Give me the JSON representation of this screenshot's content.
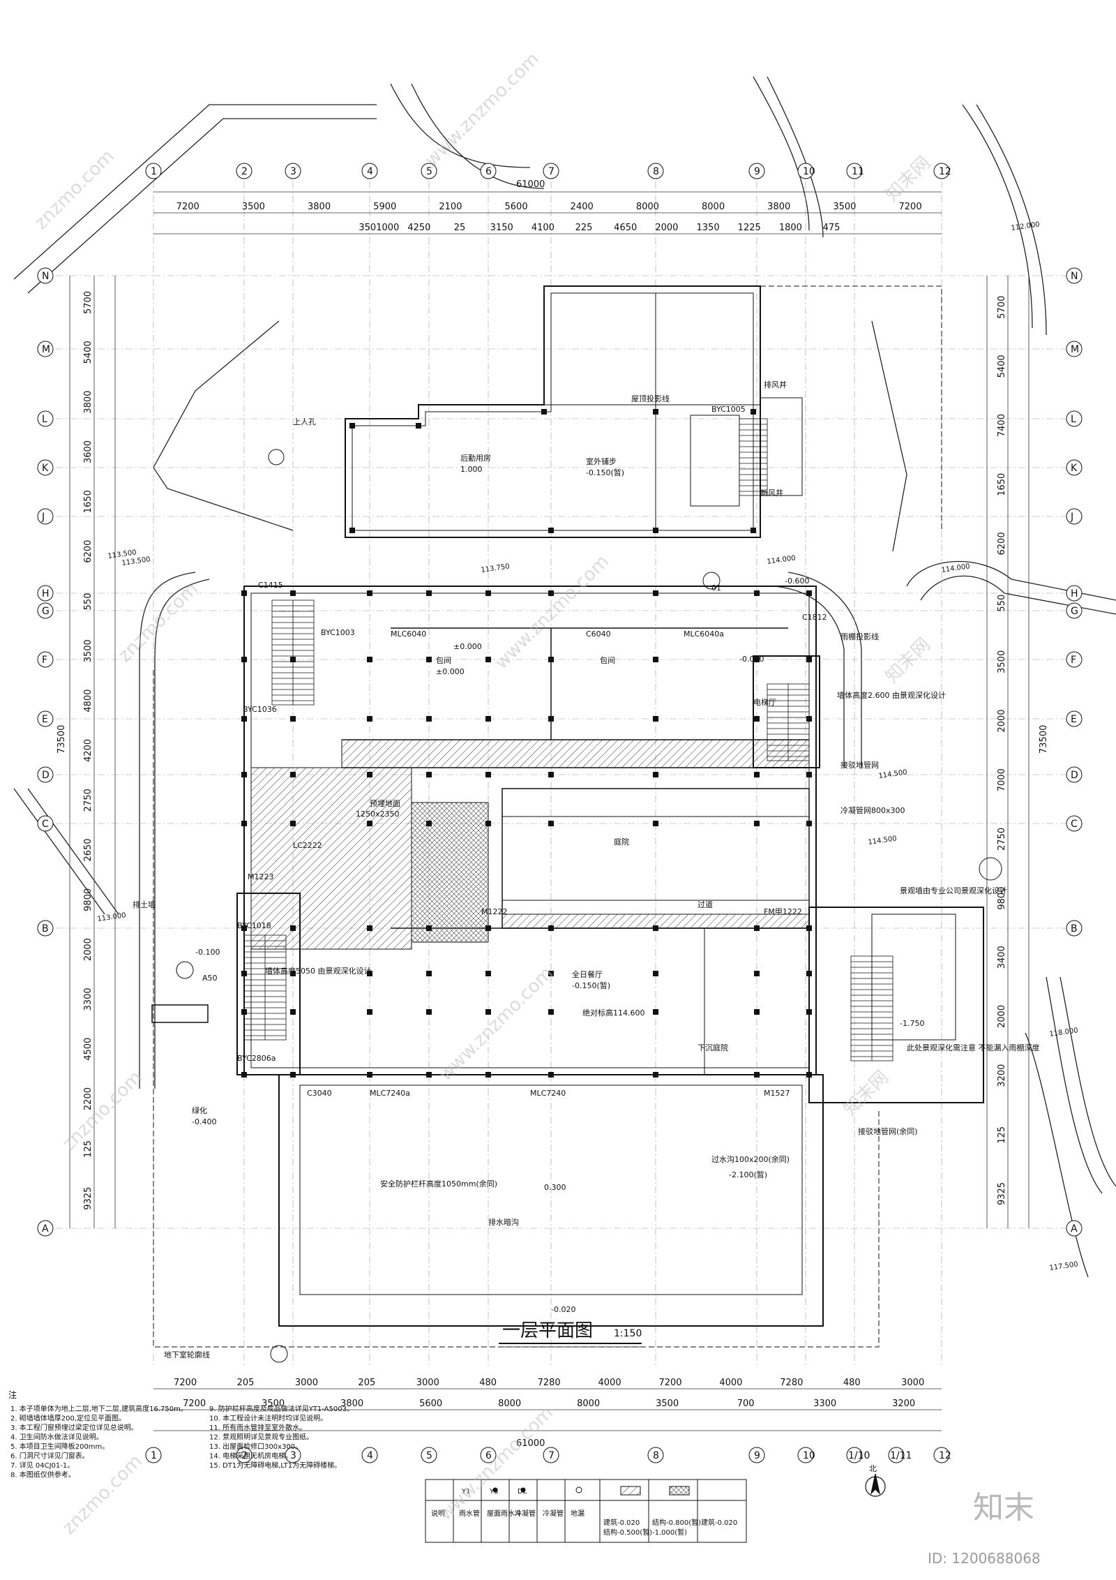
{
  "title": {
    "main": "一层平面图",
    "scale": "1:150"
  },
  "overall_dims": {
    "top": "61000",
    "bottom": "61000",
    "left": "73500",
    "right": "73500"
  },
  "grid_top": [
    "1",
    "2",
    "3",
    "4",
    "5",
    "6",
    "7",
    "8",
    "9",
    "10",
    "11",
    "12"
  ],
  "grid_bottom": [
    "1",
    "2",
    "3",
    "4",
    "5",
    "6",
    "7",
    "8",
    "9",
    "10",
    "1/10",
    "1/11",
    "12"
  ],
  "grid_left": [
    "N",
    "M",
    "L",
    "K",
    "J",
    "H",
    "G",
    "F",
    "E",
    "D",
    "C",
    "B",
    "A"
  ],
  "grid_right": [
    "N",
    "M",
    "L",
    "K",
    "J",
    "H",
    "G",
    "F",
    "E",
    "D",
    "C",
    "B",
    "A"
  ],
  "dims_top_row": [
    "7200",
    "3500",
    "3800",
    "5900",
    "2100",
    "5600",
    "2400",
    "8000",
    "8000",
    "3800",
    "3500",
    "7200"
  ],
  "dims_top_row2": [
    "3501000",
    "4250",
    "25",
    "3150",
    "4100",
    "225",
    "4650",
    "2000",
    "1350",
    "1225",
    "1800",
    "475"
  ],
  "dims_bottom_row1": [
    "7200",
    "205",
    "3000",
    "205",
    "3000",
    "480",
    "7280",
    "4000",
    "7200",
    "4000",
    "7280",
    "480",
    "3000"
  ],
  "dims_bottom_row2": [
    "7200",
    "3500",
    "3800",
    "5600",
    "8000",
    "8000",
    "3500",
    "700",
    "3300",
    "3200"
  ],
  "dims_left": [
    "5700",
    "5400",
    "3800",
    "3600",
    "1650",
    "6200",
    "550",
    "3500",
    "4800",
    "4200",
    "2750",
    "2650",
    "9800",
    "2000",
    "3300",
    "4500",
    "2200",
    "125",
    "9325"
  ],
  "dims_right": [
    "5700",
    "5400",
    "7400",
    "1650",
    "6200",
    "550",
    "3500",
    "2000",
    "7000",
    "2750",
    "9800",
    "3400",
    "2000",
    "3200",
    "125",
    "9325"
  ],
  "rooms": [
    {
      "name": "后勤用房",
      "level": "1.000"
    },
    {
      "name": "室外铺步",
      "level": "-0.150(暂)"
    },
    {
      "name": "屋顶投影线"
    },
    {
      "name": "排风井"
    },
    {
      "name": "新风井"
    },
    {
      "name": "包间",
      "level": "±0.000"
    },
    {
      "name": "包间"
    },
    {
      "name": "电梯厅"
    },
    {
      "name": "庭院"
    },
    {
      "name": "过道"
    },
    {
      "name": "全日餐厅",
      "level": "-0.150(暂)"
    },
    {
      "name": "绝对标高114.600"
    },
    {
      "name": "绿化",
      "level": "-0.400"
    },
    {
      "name": "下沉庭院"
    },
    {
      "name": "安全防护栏杆高度1050mm(余同)"
    },
    {
      "name": "排水暗沟"
    },
    {
      "name": "地下室轮廓线"
    },
    {
      "name": "排土墙"
    },
    {
      "name": "上人孔"
    }
  ],
  "elevations": [
    "113.500",
    "113.500",
    "114.000",
    "114.000",
    "114.500",
    "114.500",
    "112.000",
    "118.000",
    "117.500",
    "113.750",
    "113.000"
  ],
  "annotations": [
    "BYC1005",
    "BYC1003",
    "MLC6040",
    "C6040",
    "MLC6040a",
    "C1812",
    "C1415",
    "BYC1036",
    "BYC1018",
    "BYC2806a",
    "MLC7240a",
    "MLC7240",
    "C3040",
    "M1527",
    "M1222",
    "M1223",
    "LC2222",
    "FM甲1222",
    "墙体高度5050 由景观深化设计",
    "接驳地管网",
    "冷凝管网800x300",
    "雨棚投影线",
    "墙体高度2.600 由景观深化设计",
    "景观墙由专业公司景观深化设计",
    "接驳地管网(余同)",
    "过水沟100x200(余同)",
    "此处景观深化需注意 不能漏入雨棚深度",
    "A50",
    "01",
    "1250x2350",
    "预埋地面",
    "±0.000",
    "-0.100",
    "-0.020",
    "-0.060",
    "-0.600",
    "-2.100(暂)",
    "-1.750",
    "0.300"
  ],
  "legend": {
    "header": [
      "Y1",
      "Y3",
      "DL"
    ],
    "labels": [
      "说明",
      "雨水管",
      "屋面雨水斗",
      "冷凝管",
      "冷凝管",
      "地漏"
    ],
    "slopes": [
      "建筑-0.020",
      "结构-0.800(暂)",
      "建筑-0.020",
      "结构-0.500(暂)",
      "-1.000(暂)"
    ]
  },
  "notes_title": "注",
  "notes": [
    "1. 本子项单体为地上二层,地下二层,建筑高度16.750m。",
    "2. 砌墙墙体墙厚200,定位见平面图。",
    "3. 本工程门窗预埋过梁定位详见总说明。",
    "4. 卫生间防水做法详见说明。",
    "5. 本项目卫生间降板200mm。",
    "6. 门洞尺寸详见门窗表。",
    "7. 详见 04CJ01-1。",
    "8. 本图纸仅供参考。",
    "9. 防护栏杆高度及成品做法详见YT1-A5003。",
    "10. 本工程设计未注明时均详见说明。",
    "11. 所有雨水管排至室外散水。",
    "12. 景观照明详见景观专业图纸。",
    "13. 出屋面检修口300x300。",
    "14. 电梯采用无机房电梯。",
    "15. DT1为无障碍电梯,LT1为无障碍楼梯。"
  ],
  "watermarks": [
    "znzmo.com",
    "www.znzmo.com",
    "知末网"
  ],
  "logo": "知末",
  "id_text": "ID: 1200688068",
  "north": "北"
}
